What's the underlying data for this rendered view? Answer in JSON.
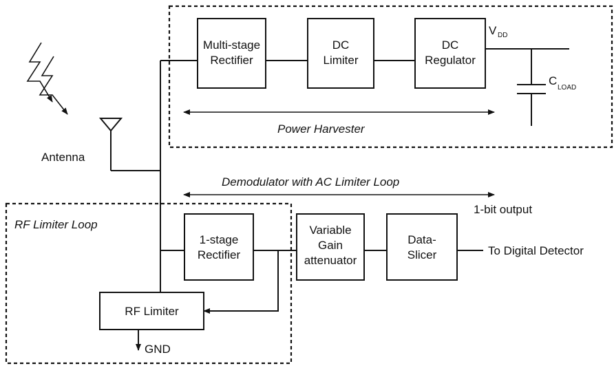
{
  "blocks": {
    "multistage_rectifier": [
      "Multi-stage",
      "Rectifier"
    ],
    "dc_limiter": [
      "DC",
      "Limiter"
    ],
    "dc_regulator": [
      "DC",
      "Regulator"
    ],
    "one_stage_rectifier": [
      "1-stage",
      "Rectifier"
    ],
    "vga": [
      "Variable",
      "Gain",
      "attenuator"
    ],
    "data_slicer": [
      "Data-",
      "Slicer"
    ],
    "rf_limiter": "RF Limiter"
  },
  "labels": {
    "vdd_main": "V",
    "vdd_sub": "DD",
    "cload_main": "C",
    "cload_sub": "LOAD",
    "power_harvester": "Power Harvester",
    "demodulator": "Demodulator with AC Limiter Loop",
    "rf_limiter_loop": "RF Limiter Loop",
    "antenna": "Antenna",
    "one_bit_output": "1-bit output",
    "to_digital_detector": "To Digital Detector",
    "gnd": "GND"
  }
}
